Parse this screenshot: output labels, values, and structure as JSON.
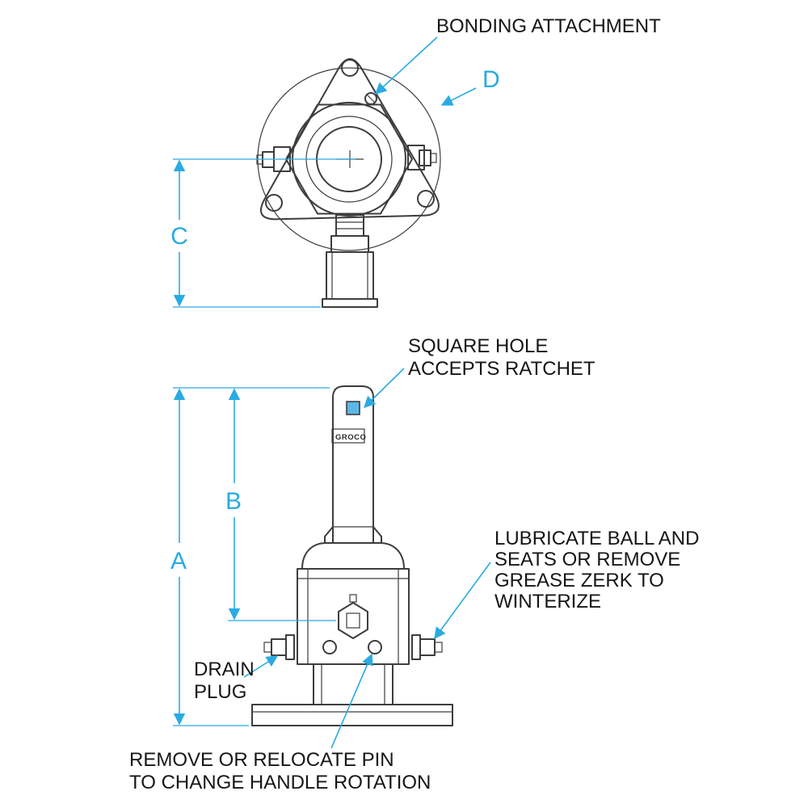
{
  "colors": {
    "accent": "#29abe2",
    "line": "#3d3d3d",
    "text": "#161616"
  },
  "top_view": {
    "bonding_label": "BONDING ATTACHMENT",
    "dim_d": "D",
    "dim_c": "C"
  },
  "side_view": {
    "square_hole": [
      "SQUARE HOLE",
      "ACCEPTS RATCHET"
    ],
    "brand": "GROCO",
    "dim_a": "A",
    "dim_b": "B",
    "lubricate": [
      "LUBRICATE BALL AND",
      "SEATS OR REMOVE",
      "GREASE ZERK TO",
      "WINTERIZE"
    ],
    "drain": [
      "DRAIN",
      "PLUG"
    ],
    "remove_pin": [
      "REMOVE OR RELOCATE PIN",
      "TO CHANGE HANDLE ROTATION"
    ]
  }
}
